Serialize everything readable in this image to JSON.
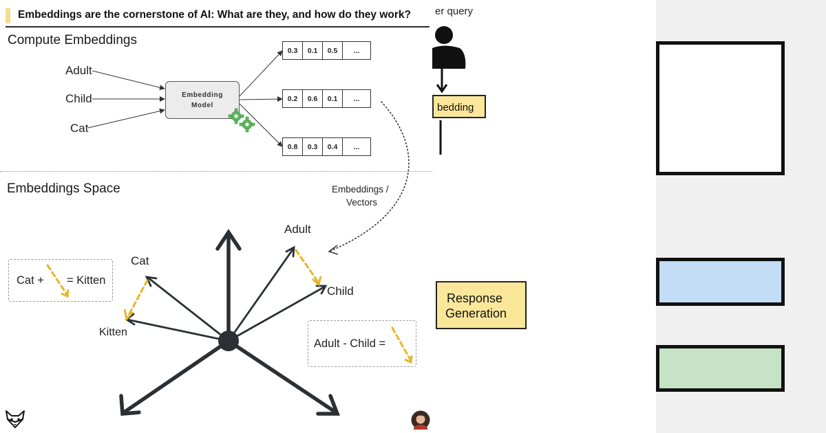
{
  "header": {
    "title": "Embeddings are the cornerstone of AI: What are they, and how do they work?"
  },
  "compute_section": {
    "title": "Compute Embeddings",
    "inputs": [
      "Adult",
      "Child",
      "Cat"
    ],
    "model_label_line1": "Embedding",
    "model_label_line2": "Model",
    "vectors": [
      [
        "0.3",
        "0.1",
        "0.5",
        "..."
      ],
      [
        "0.2",
        "0.6",
        "0.1",
        "..."
      ],
      [
        "0.8",
        "0.3",
        "0.4",
        "..."
      ]
    ],
    "vectors_label_line1": "Embeddings /",
    "vectors_label_line2": "Vectors"
  },
  "space_section": {
    "title": "Embeddings Space",
    "point_labels": {
      "adult": "Adult",
      "child": "Child",
      "cat": "Cat",
      "kitten": "Kitten"
    },
    "equation_left": {
      "prefix": "Cat +",
      "suffix": "= Kitten"
    },
    "equation_right": {
      "text": "Adult - Child ="
    }
  },
  "right_overlay": {
    "query_label": "er query",
    "embedding_label": "bedding",
    "response_line1": "Response",
    "response_line2": "Generation"
  },
  "colors": {
    "accent_yellow": "#f6dc8f",
    "dashed_vector": "#e6b52a",
    "arrow_dark": "#2b3035",
    "gear_green": "#5fb85f",
    "blue_box": "#c2ddf5",
    "green_box": "#c6e3c6"
  },
  "icons": [
    "fox-logo-icon",
    "avatar-icon",
    "gear-icon",
    "person-icon"
  ]
}
